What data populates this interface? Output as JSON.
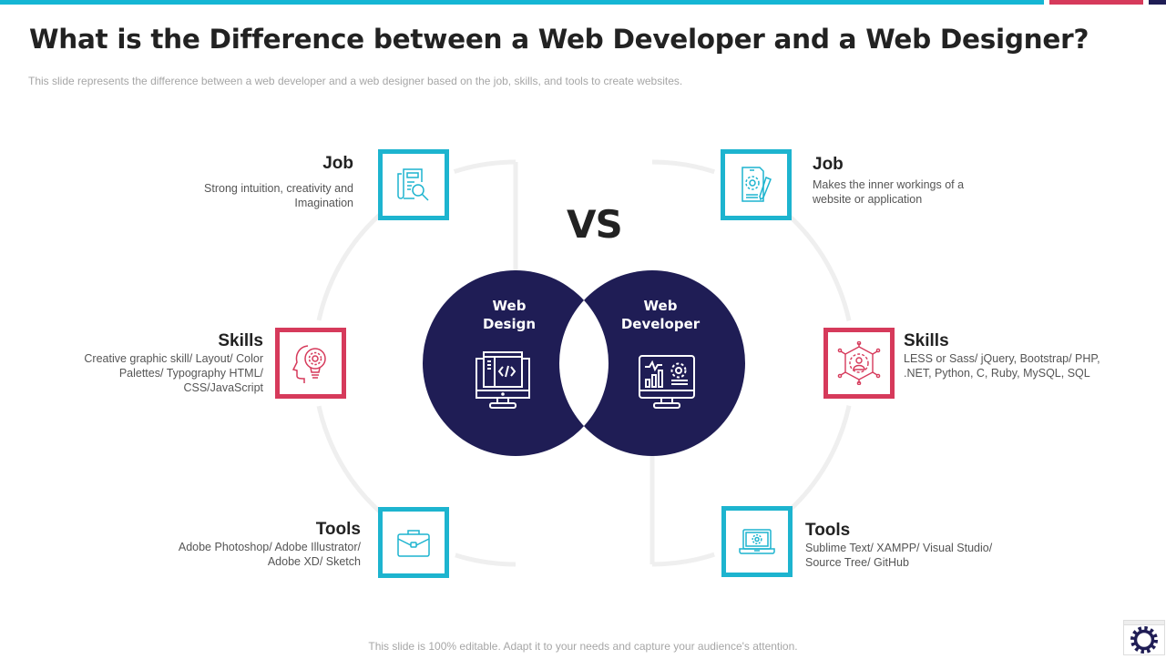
{
  "colors": {
    "teal": "#1db4cf",
    "red": "#d63a5b",
    "navy": "#1f1d55",
    "arc_gray": "#efefef",
    "title": "#222222",
    "muted": "#a6a6a6"
  },
  "top_bar": [
    {
      "color": "#15b6d4",
      "from": 0,
      "to": 1146
    },
    {
      "color": "#d63a5b",
      "from": 1152,
      "to": 1255
    },
    {
      "color": "#1f1d55",
      "from": 1261,
      "to": 1280
    }
  ],
  "header": {
    "title": "What is the Difference between a Web Developer and a Web Designer?",
    "subtitle": "This slide represents the difference  between  a web developer  and a web designer  based on the job, skills, and tools to create websites."
  },
  "center": {
    "vs_label": "VS",
    "left_circle": {
      "line1": "Web",
      "line2": "Design",
      "icon": "monitor-code-icon"
    },
    "right_circle": {
      "line1": "Web",
      "line2": "Developer",
      "icon": "monitor-analytics-gear-icon"
    }
  },
  "designer": {
    "items": [
      {
        "title": "Job",
        "text_line1": "Strong intuition, creativity and",
        "text_line2": "Imagination",
        "text_line3": "",
        "icon": "newspaper-search-icon",
        "accent": "teal"
      },
      {
        "title": "Skills",
        "text_line1": "Creative  graphic  skill/ Layout/ Color",
        "text_line2": "Palettes/ Typography  HTML/",
        "text_line3": "CSS/JavaScript",
        "icon": "head-lightbulb-gear-icon",
        "accent": "red"
      },
      {
        "title": "Tools",
        "text_line1": "Adobe Photoshop/ Adobe Illustrator/",
        "text_line2": "Adobe XD/  Sketch",
        "text_line3": "",
        "icon": "briefcase-icon",
        "accent": "teal"
      }
    ]
  },
  "developer": {
    "items": [
      {
        "title": "Job",
        "text_line1": "Makes the inner workings of a",
        "text_line2": "website or application",
        "text_line3": "",
        "icon": "document-gear-pencil-icon",
        "accent": "teal"
      },
      {
        "title": "Skills",
        "text_line1": "LESS or Sass/ jQuery, Bootstrap/ PHP,",
        "text_line2": ".NET, Python, C, Ruby, MySQL, SQL",
        "text_line3": "",
        "icon": "network-hexagon-user-icon",
        "accent": "red"
      },
      {
        "title": "Tools",
        "text_line1": "Sublime Text/ XAMPP/ Visual Studio/",
        "text_line2": "Source Tree/ GitHub",
        "text_line3": "",
        "icon": "laptop-gear-icon",
        "accent": "teal"
      }
    ]
  },
  "footer": {
    "text": "This slide is 100% editable. Adapt it to your needs and capture your audience's attention."
  },
  "corner_logo": {
    "icon": "gear-window-icon"
  }
}
